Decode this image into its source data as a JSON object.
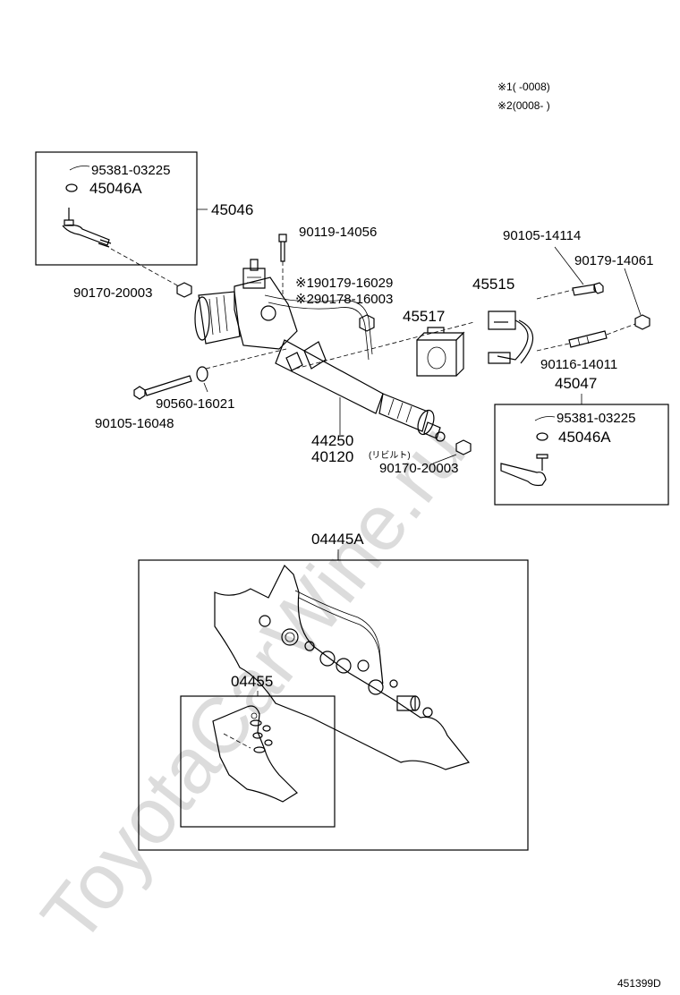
{
  "notes": {
    "note1": "※1(      -0008)",
    "note2": "※2(0008-      )"
  },
  "watermark": "ToyotaCarWine.ru",
  "diagram_id": "451399D",
  "labels": {
    "l_95381_top": "95381-03225",
    "l_45046a_top": "45046A",
    "l_45046": "45046",
    "l_90119": "90119-14056",
    "l_90179_16029": "※190179-16029",
    "l_90178": "※290178-16003",
    "l_90170_left": "90170-20003",
    "l_45517": "45517",
    "l_45515": "45515",
    "l_90105_14114": "90105-14114",
    "l_90179_14061": "90179-14061",
    "l_90116": "90116-14011",
    "l_45047": "45047",
    "l_90560": "90560-16021",
    "l_90105_16048": "90105-16048",
    "l_44250": "44250",
    "l_40120": "40120",
    "l_rebuilt": "(リビルト)",
    "l_90170_right": "90170-20003",
    "l_95381_bottom": "95381-03225",
    "l_45046a_bottom": "45046A",
    "l_04445a": "04445A",
    "l_04455": "04455"
  }
}
